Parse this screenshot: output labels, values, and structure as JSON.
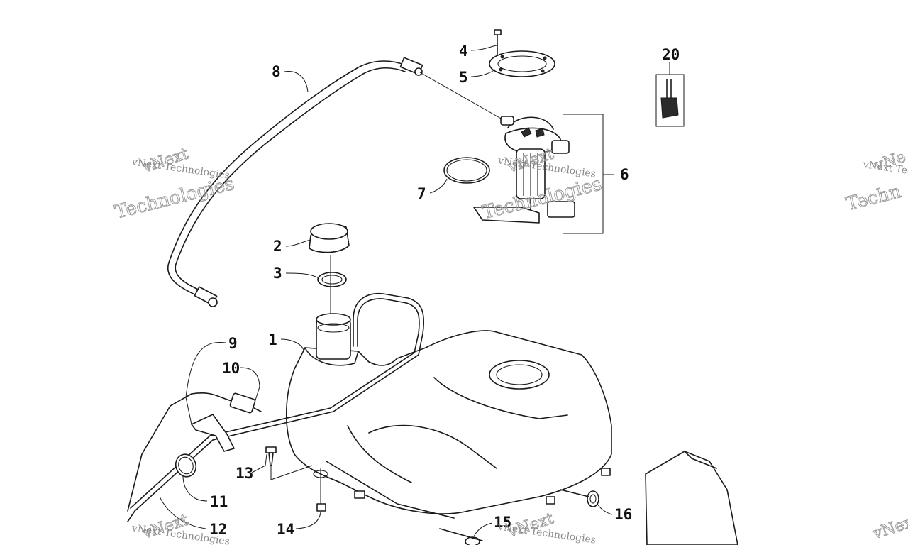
{
  "watermark": {
    "company": "vNext Technologies",
    "line1": "vNext",
    "line2": "Technologies",
    "cut_right": "vNext Tec",
    "cut_right_outline_1": "vNe",
    "cut_right_outline_2": "Techn",
    "cut_bottom_outline": "vNext",
    "cut_bottom_right": "vNext"
  },
  "callouts": [
    "1",
    "2",
    "3",
    "4",
    "5",
    "6",
    "7",
    "8",
    "9",
    "10",
    "11",
    "12",
    "13",
    "14",
    "15",
    "16",
    "20"
  ],
  "colors": {
    "line": "#1a1a1a",
    "watermark": "#8a8a8a",
    "background": "#ffffff"
  }
}
